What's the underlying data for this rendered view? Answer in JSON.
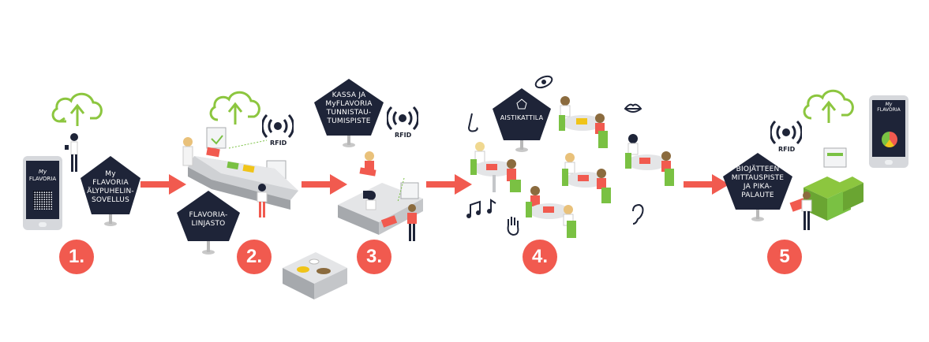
{
  "steps": [
    {
      "number": "1.",
      "label_lines": [
        "My",
        "FLAVORIA",
        "ÄLYPUHELIN-",
        "SOVELLUS"
      ]
    },
    {
      "number": "2.",
      "label_lines": [
        "FLAVORIA-",
        "LINJASTO"
      ]
    },
    {
      "number": "3.",
      "label_lines": [
        "KASSA JA",
        "MyFLAVORIA",
        "TUNNISTAU-",
        "TUMISPISTE"
      ]
    },
    {
      "number": "4.",
      "label_lines": [
        "AISTIKATTILA"
      ]
    },
    {
      "number": "5",
      "label_lines": [
        "BIOJÄTTEEN",
        "MITTAUSPISTE",
        "JA PIKA-",
        "PALAUTE"
      ]
    }
  ],
  "rfid_label": "RFID",
  "phone": {
    "my": "My",
    "brand": "FLAVORIA"
  },
  "colors": {
    "accent": "#f15a4f",
    "dark": "#1e2438",
    "green": "#7ac143",
    "cloud": "#8cc63f"
  }
}
